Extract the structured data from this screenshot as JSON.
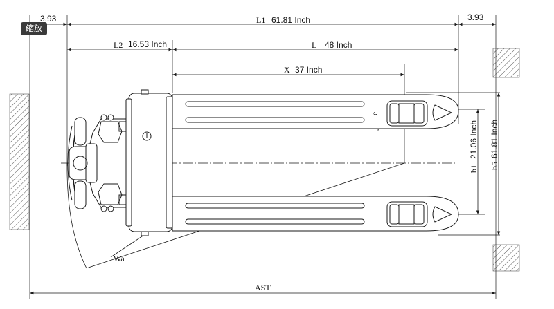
{
  "zoom_label": "缩放",
  "dims": {
    "top_left_offset": "3.93",
    "top_right_offset": "3.93",
    "l1_letter": "L1",
    "l1_value": "61.81 Inch",
    "l2_letter": "L2",
    "l2_value": "16.53 Inch",
    "l_letter": "L",
    "l_value": "48 Inch",
    "x_letter": "X",
    "x_value": "37 Inch",
    "e_letter": "e",
    "b1_letter": "b1",
    "b1_value": "21.06 Inch",
    "b5_letter": "b5",
    "b5_value": "61.81 Inch",
    "wa_label": "Wa",
    "ast_label": "AST"
  },
  "colors": {
    "line": "#1a1a1a",
    "hatch": "#555555",
    "badge": "#3a3a3a"
  }
}
